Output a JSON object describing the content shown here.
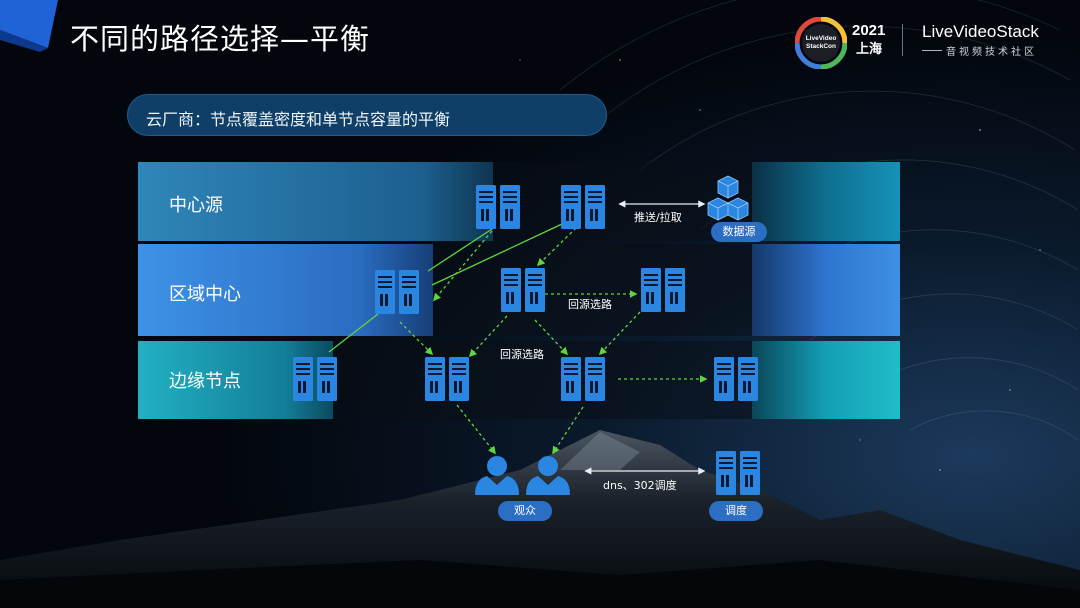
{
  "slide": {
    "title": "不同的路径选择—平衡",
    "subtitle": "云厂商：节点覆盖密度和单节点容量的平衡"
  },
  "logos": {
    "conference_badge_text": "LiveVideo StackCon",
    "conference_year": "2021",
    "conference_city": "上海",
    "brand_name": "LiveVideoStack",
    "brand_subtitle": "音视频技术社区"
  },
  "diagram": {
    "bands": [
      {
        "label": "中心源"
      },
      {
        "label": "区域中心"
      },
      {
        "label": "边缘节点"
      }
    ],
    "edge_labels": {
      "push_pull": "推送/拉取",
      "origin_select_1": "回源选路",
      "origin_select_2": "回源选路",
      "dns_302": "dns、302调度"
    },
    "pills": {
      "data_source": "数据源",
      "audience": "观众",
      "scheduler": "调度"
    },
    "icons": [
      "server-icon",
      "cube-stack-icon",
      "user-group-icon"
    ]
  },
  "colors": {
    "band_center": "#2d7fb0",
    "band_region": "#3a8fe0",
    "band_edge": "#1faab9",
    "server_blue": "#2b86e2",
    "green_link": "#5fd641",
    "pill": "#2a6fc4"
  }
}
